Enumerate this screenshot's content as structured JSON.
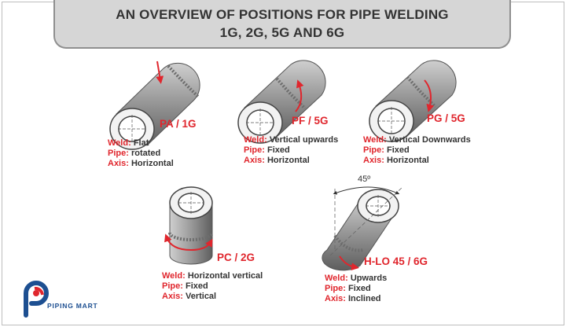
{
  "title": {
    "line1": "AN OVERVIEW OF POSITIONS FOR PIPE WELDING",
    "line2": "1G, 2G, 5G AND 6G"
  },
  "positions": [
    {
      "code": "PA / 1G",
      "weld_key": "Weld:",
      "weld": "Flat",
      "pipe_key": "Pipe:",
      "pipe": "rotated",
      "axis_key": "Axis:",
      "axis": "Horizontal"
    },
    {
      "code": "PF / 5G",
      "weld_key": "Weld:",
      "weld": "Vertical upwards",
      "pipe_key": "Pipe:",
      "pipe": "Fixed",
      "axis_key": "Axis:",
      "axis": "Horizontal"
    },
    {
      "code": "PG / 5G",
      "weld_key": "Weld:",
      "weld": "Vertical Downwards",
      "pipe_key": "Pipe:",
      "pipe": "Fixed",
      "axis_key": "Axis:",
      "axis": "Horizontal"
    },
    {
      "code": "PC / 2G",
      "weld_key": "Weld:",
      "weld": "Horizontal vertical",
      "pipe_key": "Pipe:",
      "pipe": "Fixed",
      "axis_key": "Axis:",
      "axis": "Vertical"
    },
    {
      "code": "H-LO 45 / 6G",
      "weld_key": "Weld:",
      "weld": "Upwards",
      "pipe_key": "Pipe:",
      "pipe": "Fixed",
      "axis_key": "Axis:",
      "axis": "Inclined"
    }
  ],
  "angle_label": "45º",
  "brand": {
    "name": "PIPING MART",
    "primary_color": "#1d4f91",
    "accent_color": "#e0262d"
  },
  "colors": {
    "pipe_body": "#8a8a8a",
    "label_red": "#e0262d",
    "banner_bg": "#d6d6d6"
  },
  "icons": [
    "logo-icon",
    "rotation-arrow-icon",
    "weld-direction-arrow-icon"
  ]
}
